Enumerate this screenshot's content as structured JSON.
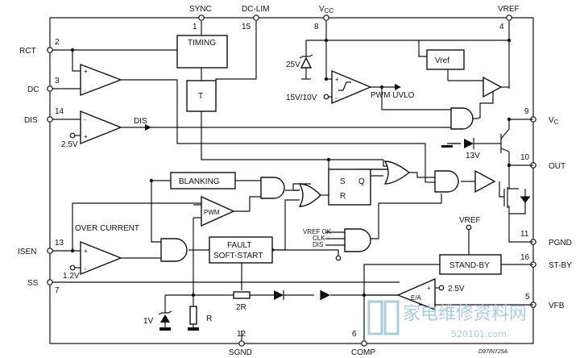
{
  "pins": {
    "sync": {
      "name": "SYNC",
      "num": "1"
    },
    "dclim": {
      "name": "DC-LIM",
      "num": "15"
    },
    "vcc": {
      "name": "V",
      "sub": "CC",
      "num": "8"
    },
    "vref": {
      "name": "VREF",
      "num": "4"
    },
    "rct": {
      "name": "RCT",
      "num": "2"
    },
    "dc": {
      "name": "DC",
      "num": "3"
    },
    "dis": {
      "name": "DIS",
      "num": "14"
    },
    "vc": {
      "name": "V",
      "sub": "C",
      "num": "9"
    },
    "out": {
      "name": "OUT",
      "num": "10"
    },
    "pgnd": {
      "name": "PGND",
      "num": "11"
    },
    "isen": {
      "name": "ISEN",
      "num": "13"
    },
    "ss": {
      "name": "SS",
      "num": "7"
    },
    "stby": {
      "name": "ST-BY",
      "num": "16"
    },
    "vfb": {
      "name": "VFB",
      "num": "5"
    },
    "sgnd": {
      "name": "SGND",
      "num": "12"
    },
    "comp": {
      "name": "COMP",
      "num": "6"
    }
  },
  "blocks": {
    "timing": "TIMING",
    "t": "T",
    "vref_internal": "Vref",
    "blanking": "BLANKING",
    "fault_ss": [
      "FAULT",
      "SOFT-START"
    ],
    "standby": "STAND-BY",
    "pwm": "PWM",
    "ea": "E/A",
    "sr": {
      "s": "S",
      "q": "Q",
      "r": "R"
    }
  },
  "labels": {
    "z25": "25V",
    "uvlo_ref": "15V/10V",
    "pwm_uvlo": "PWM UVLO",
    "dis_ref": "2.5V",
    "dis_out": "DIS",
    "z13": "13V",
    "overcurrent": "OVER CURRENT",
    "oc_ref": "1.2V",
    "vrefok": "VREF OK",
    "clk": "CLK",
    "dis_in": "DIS",
    "vref_top": "VREF",
    "ea_ref": "2.5V",
    "r2r": "2R",
    "z1v": "1V",
    "r": "R",
    "plus": "+",
    "minus": "-",
    "code": "D97IN725A"
  },
  "watermark": {
    "cn": "家电维修资料网",
    "num": "520101.com"
  }
}
